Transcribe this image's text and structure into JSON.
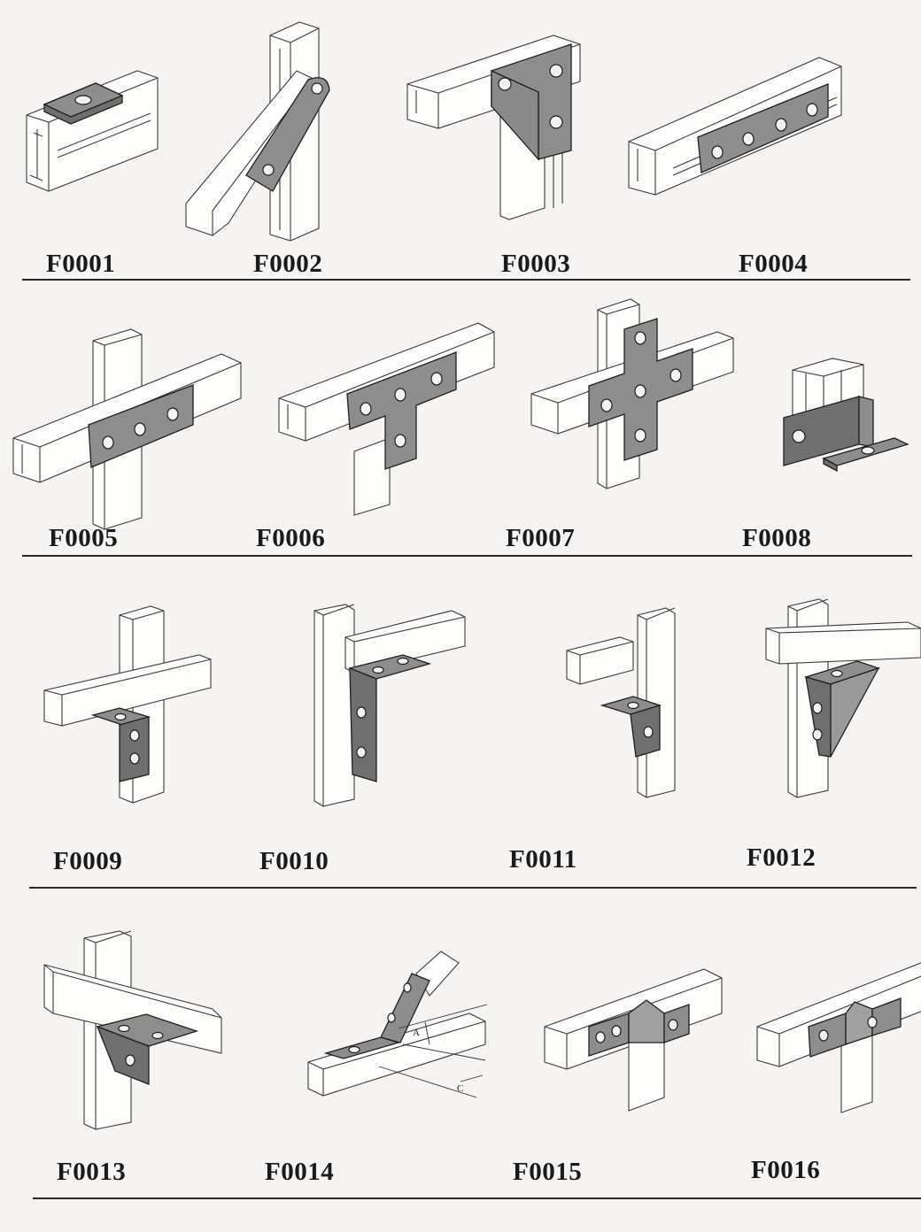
{
  "catalog": {
    "rows": [
      {
        "items": [
          {
            "code": "F0001"
          },
          {
            "code": "F0002"
          },
          {
            "code": "F0003"
          },
          {
            "code": "F0004"
          }
        ]
      },
      {
        "items": [
          {
            "code": "F0005"
          },
          {
            "code": "F0006"
          },
          {
            "code": "F0007"
          },
          {
            "code": "F0008"
          }
        ]
      },
      {
        "items": [
          {
            "code": "F0009"
          },
          {
            "code": "F0010"
          },
          {
            "code": "F0011"
          },
          {
            "code": "F0012"
          }
        ]
      },
      {
        "items": [
          {
            "code": "F0013"
          },
          {
            "code": "F0014"
          },
          {
            "code": "F0015"
          },
          {
            "code": "F0016"
          }
        ]
      }
    ],
    "f0014_dimension_labels": {
      "a": "A",
      "c": "C"
    }
  },
  "colors": {
    "plate": "#8d8d8d",
    "channel_outline": "#3a3a3a",
    "rule": "#2a2a2a",
    "background": "#f5f4f2"
  }
}
